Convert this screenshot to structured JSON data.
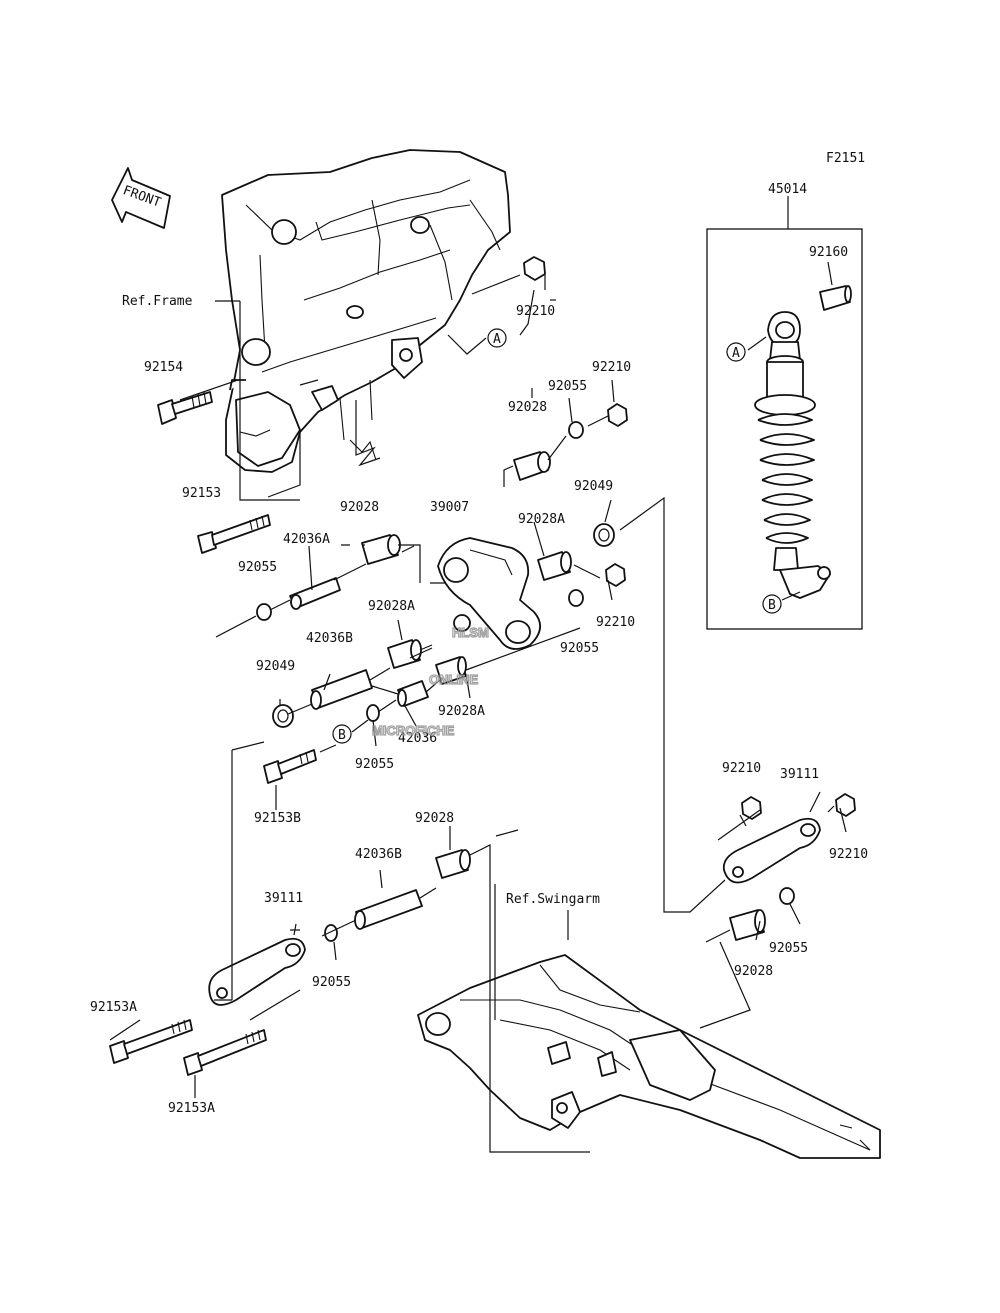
{
  "figure_code": "F2151",
  "front_arrow_label": "FRONT",
  "callouts": {
    "a": "A",
    "b": "B"
  },
  "labels": {
    "ref_frame": "Ref.Frame",
    "ref_swingarm": "Ref.Swingarm",
    "p45014": "45014",
    "p92160": "92160",
    "p92210_top": "92210",
    "p92154": "92154",
    "p92210_b": "92210",
    "p92055_a": "92055",
    "p92028_a": "92028",
    "p92153": "92153",
    "p92028_b": "92028",
    "p39007": "39007",
    "p92049_a": "92049",
    "p42036A": "42036A",
    "p92028A_a": "92028A",
    "p92055_b": "92055",
    "p92210_c": "92210",
    "p92028A_b": "92028A",
    "p42036B_a": "42036B",
    "p92055_c": "92055",
    "p92049_b": "92049",
    "p92028A_c": "92028A",
    "p42036": "42036",
    "p92055_d": "92055",
    "p92153B": "92153B",
    "p92210_d": "92210",
    "p39111_a": "39111",
    "p92210_e": "92210",
    "p92028_c": "92028",
    "p42036B_b": "42036B",
    "p39111_b": "39111",
    "p92055_e": "92055",
    "p92055_f": "92055",
    "p92028_d": "92028",
    "p92153A_a": "92153A",
    "p92153A_b": "92153A"
  },
  "watermark": {
    "line1": "HLSM",
    "line2": "ONLINE",
    "line3": "MICROFICHE"
  }
}
